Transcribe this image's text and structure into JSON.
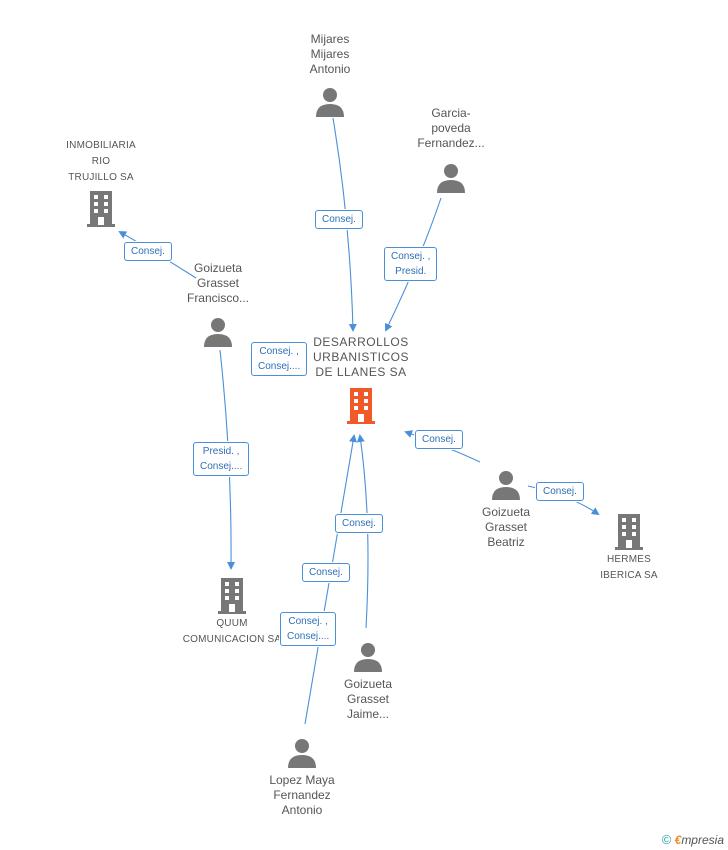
{
  "nodes": {
    "center": {
      "label": "DESARROLLOS\nURBANISTICOS\nDE LLANES SA",
      "color": "#f05a28"
    },
    "mijares": {
      "label": "Mijares\nMijares\nAntonio"
    },
    "garcia": {
      "label": "Garcia-\npoveda\nFernandez..."
    },
    "inmobiliaria": {
      "label": "INMOBILIARIA\nRIO\nTRUJILLO SA"
    },
    "goizueta_francisco": {
      "label": "Goizueta\nGrasset\nFrancisco..."
    },
    "quum": {
      "label": "QUUM\nCOMUNICACION SA"
    },
    "goizueta_beatriz": {
      "label": "Goizueta\nGrasset\nBeatriz"
    },
    "hermes": {
      "label": "HERMES\nIBERICA SA"
    },
    "goizueta_jaime": {
      "label": "Goizueta\nGrasset\nJaime..."
    },
    "lopez": {
      "label": "Lopez Maya\nFernandez\nAntonio"
    }
  },
  "edges": {
    "mijares_center": "Consej.",
    "garcia_center": "Consej. ,\nPresid.",
    "francisco_inmobiliaria": "Consej.",
    "francisco_center": "Consej. ,\nConsej....",
    "francisco_quum": "Presid. ,\nConsej....",
    "beatriz_center": "Consej.",
    "beatriz_hermes": "Consej.",
    "jaime_center": "Consej.",
    "lopez_center_a": "Consej.",
    "lopez_center_b": "Consej. ,\nConsej...."
  },
  "colors": {
    "node_gray": "#777777",
    "edge_blue": "#4a90d9"
  },
  "footer": {
    "copyright": "©",
    "brand_initial": "€",
    "brand_rest": "mpresia"
  }
}
